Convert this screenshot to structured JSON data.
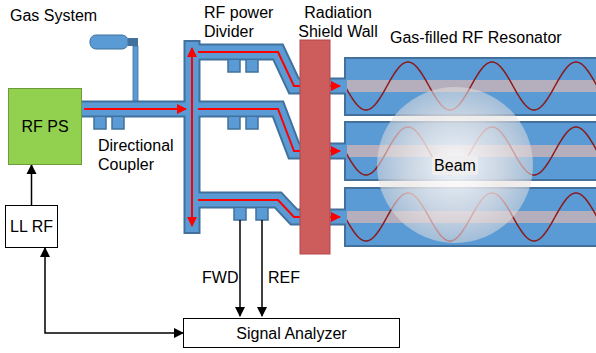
{
  "diagram": {
    "nodes": [
      {
        "text": [
          "RF PS"
        ]
      },
      {
        "text": [
          "LL RF"
        ]
      },
      {
        "text": [
          "Signal Analyzer"
        ]
      },
      {
        "text": [
          "Beam"
        ]
      }
    ],
    "edges": [
      {
        "from": 1,
        "to": 0,
        "arrow": "to"
      },
      {
        "from": 1,
        "to": 2,
        "arrow": "both"
      }
    ],
    "labels": [
      "Gas System",
      "RF power Divider",
      "Radiation Shield Wall",
      "Gas-filled RF Resonator",
      "Directional Coupler",
      "FWD",
      "REF"
    ]
  }
}
